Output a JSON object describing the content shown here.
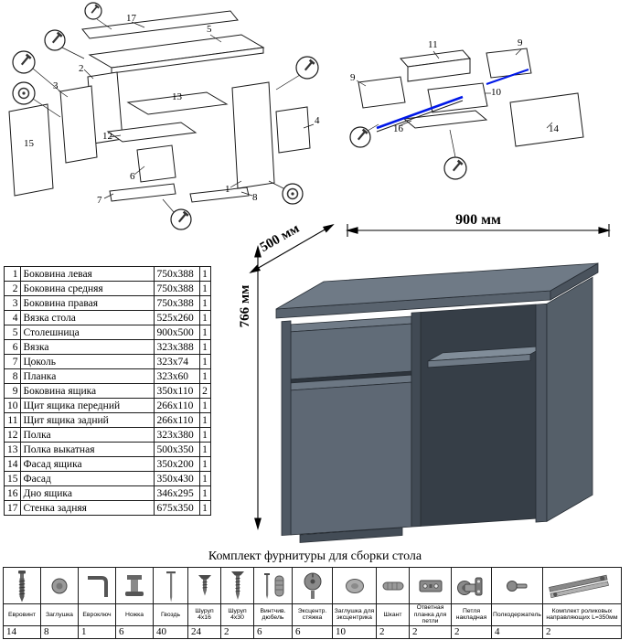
{
  "page": {
    "hardware_title": "Комплект фурнитуры для сборки стола"
  },
  "dimensions": {
    "width": "900 мм",
    "depth": "500 мм",
    "height": "766 мм"
  },
  "parts_table": {
    "rows": [
      {
        "num": "1",
        "name": "Боковина левая",
        "size": "750x388",
        "qty": "1"
      },
      {
        "num": "2",
        "name": "Боковина средняя",
        "size": "750x388",
        "qty": "1"
      },
      {
        "num": "3",
        "name": "Боковина правая",
        "size": "750x388",
        "qty": "1"
      },
      {
        "num": "4",
        "name": "Вязка стола",
        "size": "525x260",
        "qty": "1"
      },
      {
        "num": "5",
        "name": "Столешница",
        "size": "900x500",
        "qty": "1"
      },
      {
        "num": "6",
        "name": "Вязка",
        "size": "323x388",
        "qty": "1"
      },
      {
        "num": "7",
        "name": "Цоколь",
        "size": "323x74",
        "qty": "1"
      },
      {
        "num": "8",
        "name": "Планка",
        "size": "323x60",
        "qty": "1"
      },
      {
        "num": "9",
        "name": "Боковина ящика",
        "size": "350x110",
        "qty": "2"
      },
      {
        "num": "10",
        "name": "Щит ящика передний",
        "size": "266x110",
        "qty": "1"
      },
      {
        "num": "11",
        "name": "Щит ящика задний",
        "size": "266x110",
        "qty": "1"
      },
      {
        "num": "12",
        "name": "Полка",
        "size": "323x380",
        "qty": "1"
      },
      {
        "num": "13",
        "name": "Полка выкатная",
        "size": "500x350",
        "qty": "1"
      },
      {
        "num": "14",
        "name": "Фасад ящика",
        "size": "350x200",
        "qty": "1"
      },
      {
        "num": "15",
        "name": "Фасад",
        "size": "350x430",
        "qty": "1"
      },
      {
        "num": "16",
        "name": "Дно ящика",
        "size": "346x295",
        "qty": "1"
      },
      {
        "num": "17",
        "name": "Стенка задняя",
        "size": "675x350",
        "qty": "1"
      }
    ]
  },
  "hardware": {
    "items": [
      {
        "name": "Евровинт",
        "qty": "14"
      },
      {
        "name": "Заглушка",
        "qty": "8"
      },
      {
        "name": "Евроключ",
        "qty": "1"
      },
      {
        "name": "Ножка",
        "qty": "6"
      },
      {
        "name": "Гвоздь",
        "qty": "40"
      },
      {
        "name": "Шуруп 4x16",
        "qty": "24"
      },
      {
        "name": "Шуруп 4x30",
        "qty": "2"
      },
      {
        "name": "Винтчив. дюбель",
        "qty": "6"
      },
      {
        "name": "Эксцентр. стяжка",
        "qty": "6"
      },
      {
        "name": "Заглушка для эксцентрика",
        "qty": "10"
      },
      {
        "name": "Шкант",
        "qty": "2"
      },
      {
        "name": "Ответная планка для петли",
        "qty": "2"
      },
      {
        "name": "Петля накладная",
        "qty": "2"
      },
      {
        "name": "Полкодержатель",
        "qty": "4"
      },
      {
        "name": "Комплект роликовых направляющих L=350мм",
        "qty": "2"
      }
    ]
  },
  "diagram_left": {
    "labels": {
      "p1": "1",
      "p2": "2",
      "p3": "3",
      "p4": "4",
      "p5": "5",
      "p6": "6",
      "p7": "7",
      "p8": "8",
      "p12": "12",
      "p13": "13",
      "p15": "15",
      "p17": "17"
    }
  },
  "diagram_right": {
    "labels": {
      "p9a": "9",
      "p9b": "9",
      "p10": "10",
      "p11": "11",
      "p14": "14",
      "p16": "16"
    }
  }
}
